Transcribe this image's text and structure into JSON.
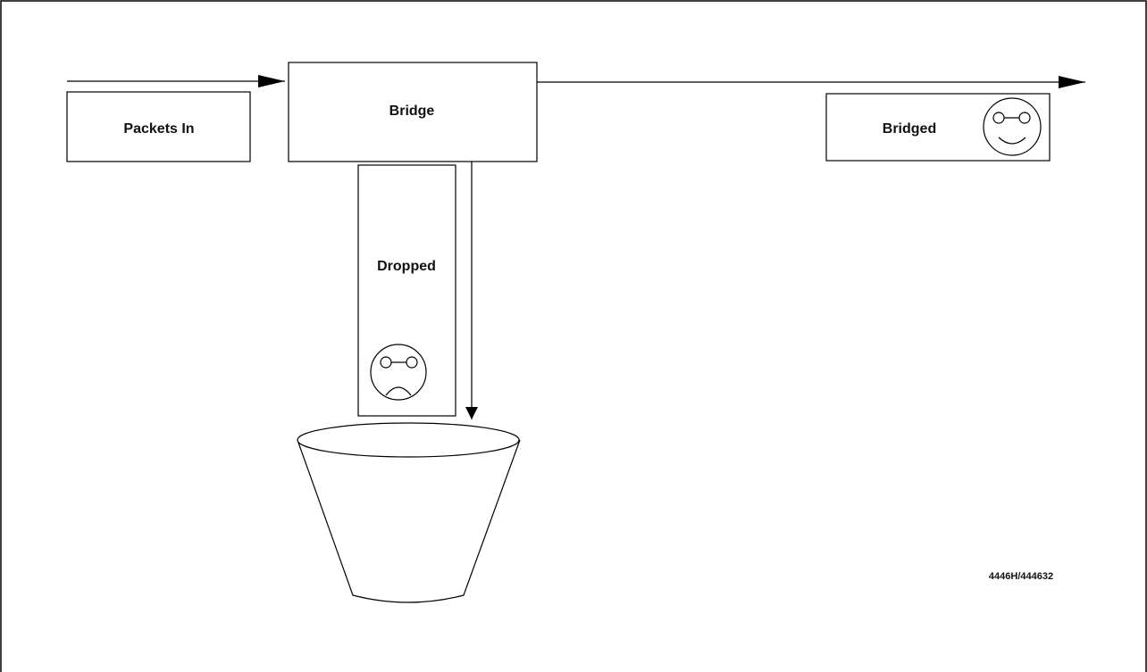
{
  "diagram": {
    "labels": {
      "packets_in": "Packets In",
      "bridge": "Bridge",
      "bridged": "Bridged",
      "dropped": "Dropped"
    },
    "figure_id": "4446H/444632",
    "icons": {
      "bridged_face": "happy-face-icon",
      "dropped_face": "sad-face-icon",
      "drop_bucket": "bucket-icon"
    }
  }
}
